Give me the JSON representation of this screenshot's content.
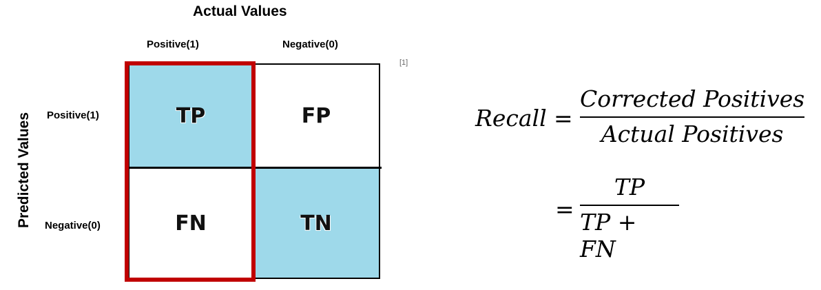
{
  "matrix": {
    "title": "Actual Values",
    "side_title": "Predicted Values",
    "columns": [
      "Positive(1)",
      "Negative(0)"
    ],
    "rows": [
      "Positive(1)",
      "Negative(0)"
    ],
    "cells": {
      "tp": "TP",
      "fp": "FP",
      "fn": "FN",
      "tn": "TN"
    },
    "reference": "[1]",
    "highlight_color": "#c00000",
    "fill_color": "#9ed9ea"
  },
  "formula": {
    "lhs": "Recall",
    "eq": "=",
    "num1": "Corrected Positives",
    "den1": "Actual Positives",
    "num2": "TP",
    "den2": "TP + FN"
  }
}
